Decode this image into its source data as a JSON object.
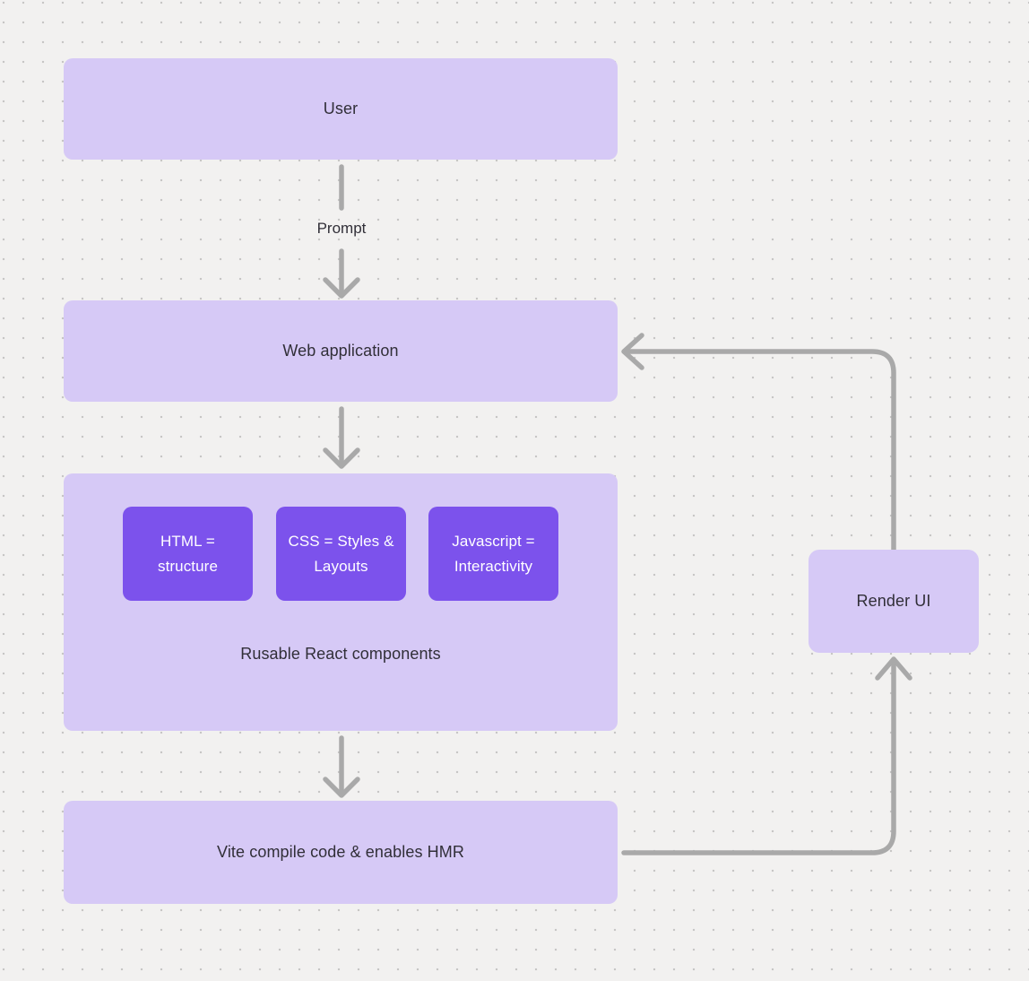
{
  "colors": {
    "background": "#f2f1f0",
    "dot": "#c7c6c5",
    "node-fill": "#d6c9f6",
    "accent-fill": "#7c52ec",
    "accent-text": "#ffffff",
    "text": "#312f38",
    "connector": "#a9a9a9"
  },
  "diagram": {
    "nodes": [
      {
        "id": "user",
        "label": "User"
      },
      {
        "id": "web-application",
        "label": "Web application"
      },
      {
        "id": "components-group",
        "caption": "Rusable React components",
        "children": [
          {
            "id": "html",
            "label": "HTML = structure"
          },
          {
            "id": "css",
            "label": "CSS = Styles & Layouts"
          },
          {
            "id": "javascript",
            "label": "Javascript = Interactivity"
          }
        ]
      },
      {
        "id": "vite",
        "label": "Vite compile code & enables HMR"
      },
      {
        "id": "render-ui",
        "label": "Render UI"
      }
    ],
    "edges": [
      {
        "from": "user",
        "to": "web-application",
        "label": "Prompt"
      },
      {
        "from": "web-application",
        "to": "components-group",
        "label": ""
      },
      {
        "from": "components-group",
        "to": "vite",
        "label": ""
      },
      {
        "from": "vite",
        "to": "render-ui",
        "label": ""
      },
      {
        "from": "render-ui",
        "to": "web-application",
        "label": ""
      }
    ]
  }
}
